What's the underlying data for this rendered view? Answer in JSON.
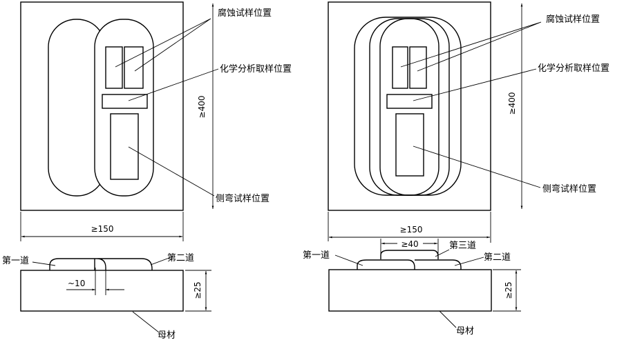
{
  "left": {
    "corrosion_label": "腐蚀试样位置",
    "chem_label": "化学分析取样位置",
    "bend_label": "侧弯试样位置",
    "height_dim": "≥400",
    "width_dim": "≥150",
    "pass1": "第一道",
    "pass2": "第二道",
    "spacing_dim": "~10",
    "thickness_dim": "≥25",
    "base_label": "母材"
  },
  "right": {
    "corrosion_label": "腐蚀试样位置",
    "chem_label": "化学分析取样位置",
    "bend_label": "侧弯试样位置",
    "height_dim": "≥400",
    "width_dim": "≥150",
    "pass1": "第一道",
    "pass2": "第二道",
    "pass3": "第三道",
    "pass3_width_dim": "≥40",
    "thickness_dim": "≥25",
    "base_label": "母材"
  }
}
